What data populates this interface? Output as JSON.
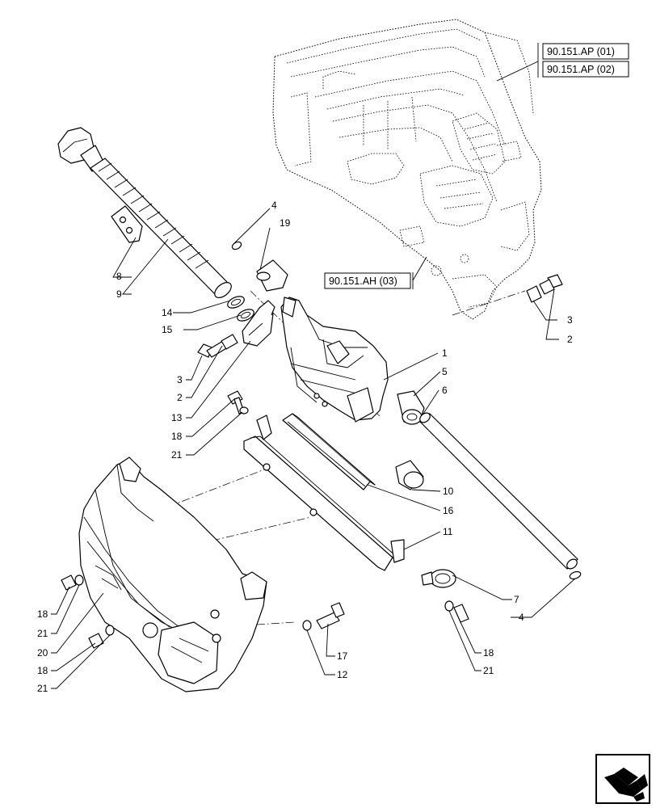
{
  "references": {
    "ref_01": "90.151.AP (01)",
    "ref_02": "90.151.AP (02)",
    "ref_03": "90.151.AH (03)"
  },
  "callouts": {
    "c4_top": "4",
    "c19": "19",
    "c8": "8",
    "c9": "9",
    "c14": "14",
    "c15": "15",
    "c3_left": "3",
    "c2_left": "2",
    "c13": "13",
    "c18_mid": "18",
    "c21_mid": "21",
    "c1": "1",
    "c5": "5",
    "c6": "6",
    "c10": "10",
    "c16": "16",
    "c11": "11",
    "c3_right": "3",
    "c2_right": "2",
    "c7": "7",
    "c4_bottom": "4",
    "c18_left1": "18",
    "c21_left1": "21",
    "c20": "20",
    "c18_left2": "18",
    "c21_left2": "21",
    "c17": "17",
    "c12": "12",
    "c18_right": "18",
    "c21_right": "21"
  },
  "icons": {
    "nav": "next-page-arrow-icon"
  }
}
